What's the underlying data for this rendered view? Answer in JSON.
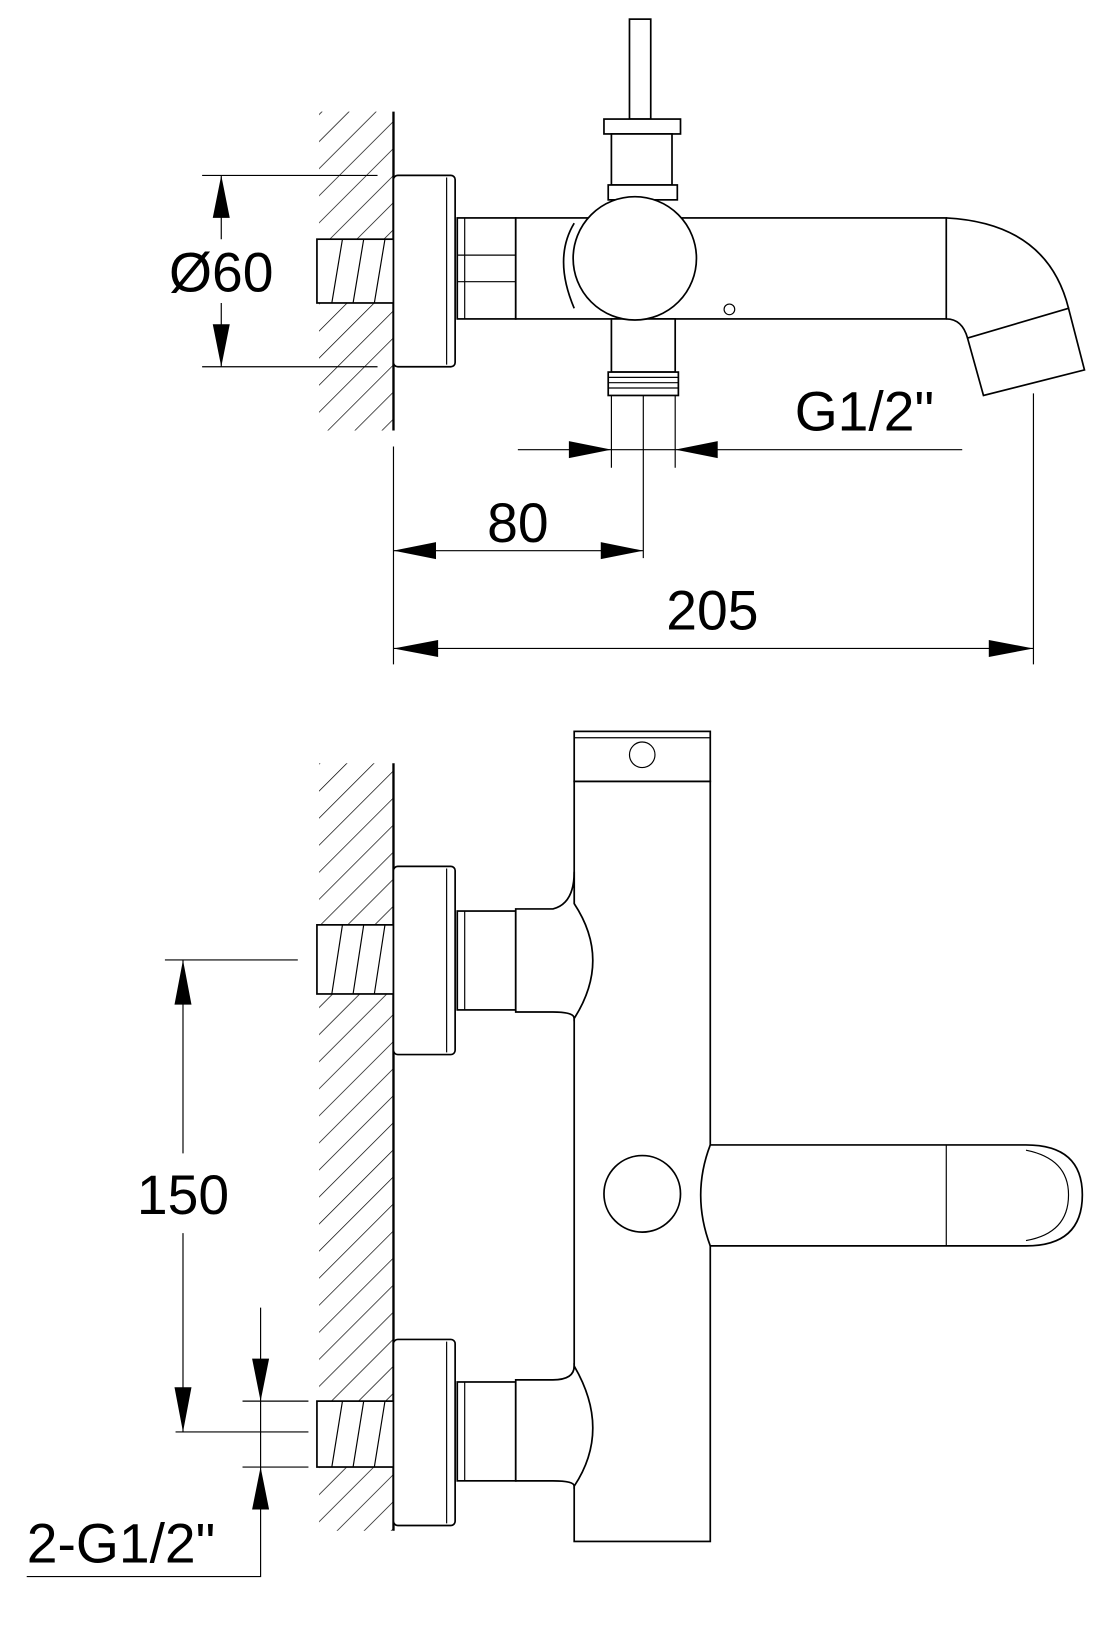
{
  "drawing": {
    "side_view": {
      "dimensions": {
        "flange_diameter": "Ø60",
        "outlet_thread": "G1/2\"",
        "outlet_distance": "80",
        "overall_depth": "205"
      }
    },
    "front_view": {
      "dimensions": {
        "inlet_spacing": "150",
        "inlet_thread": "2-G1/2\""
      }
    },
    "colors": {
      "line": "#000000",
      "background": "#ffffff"
    }
  }
}
